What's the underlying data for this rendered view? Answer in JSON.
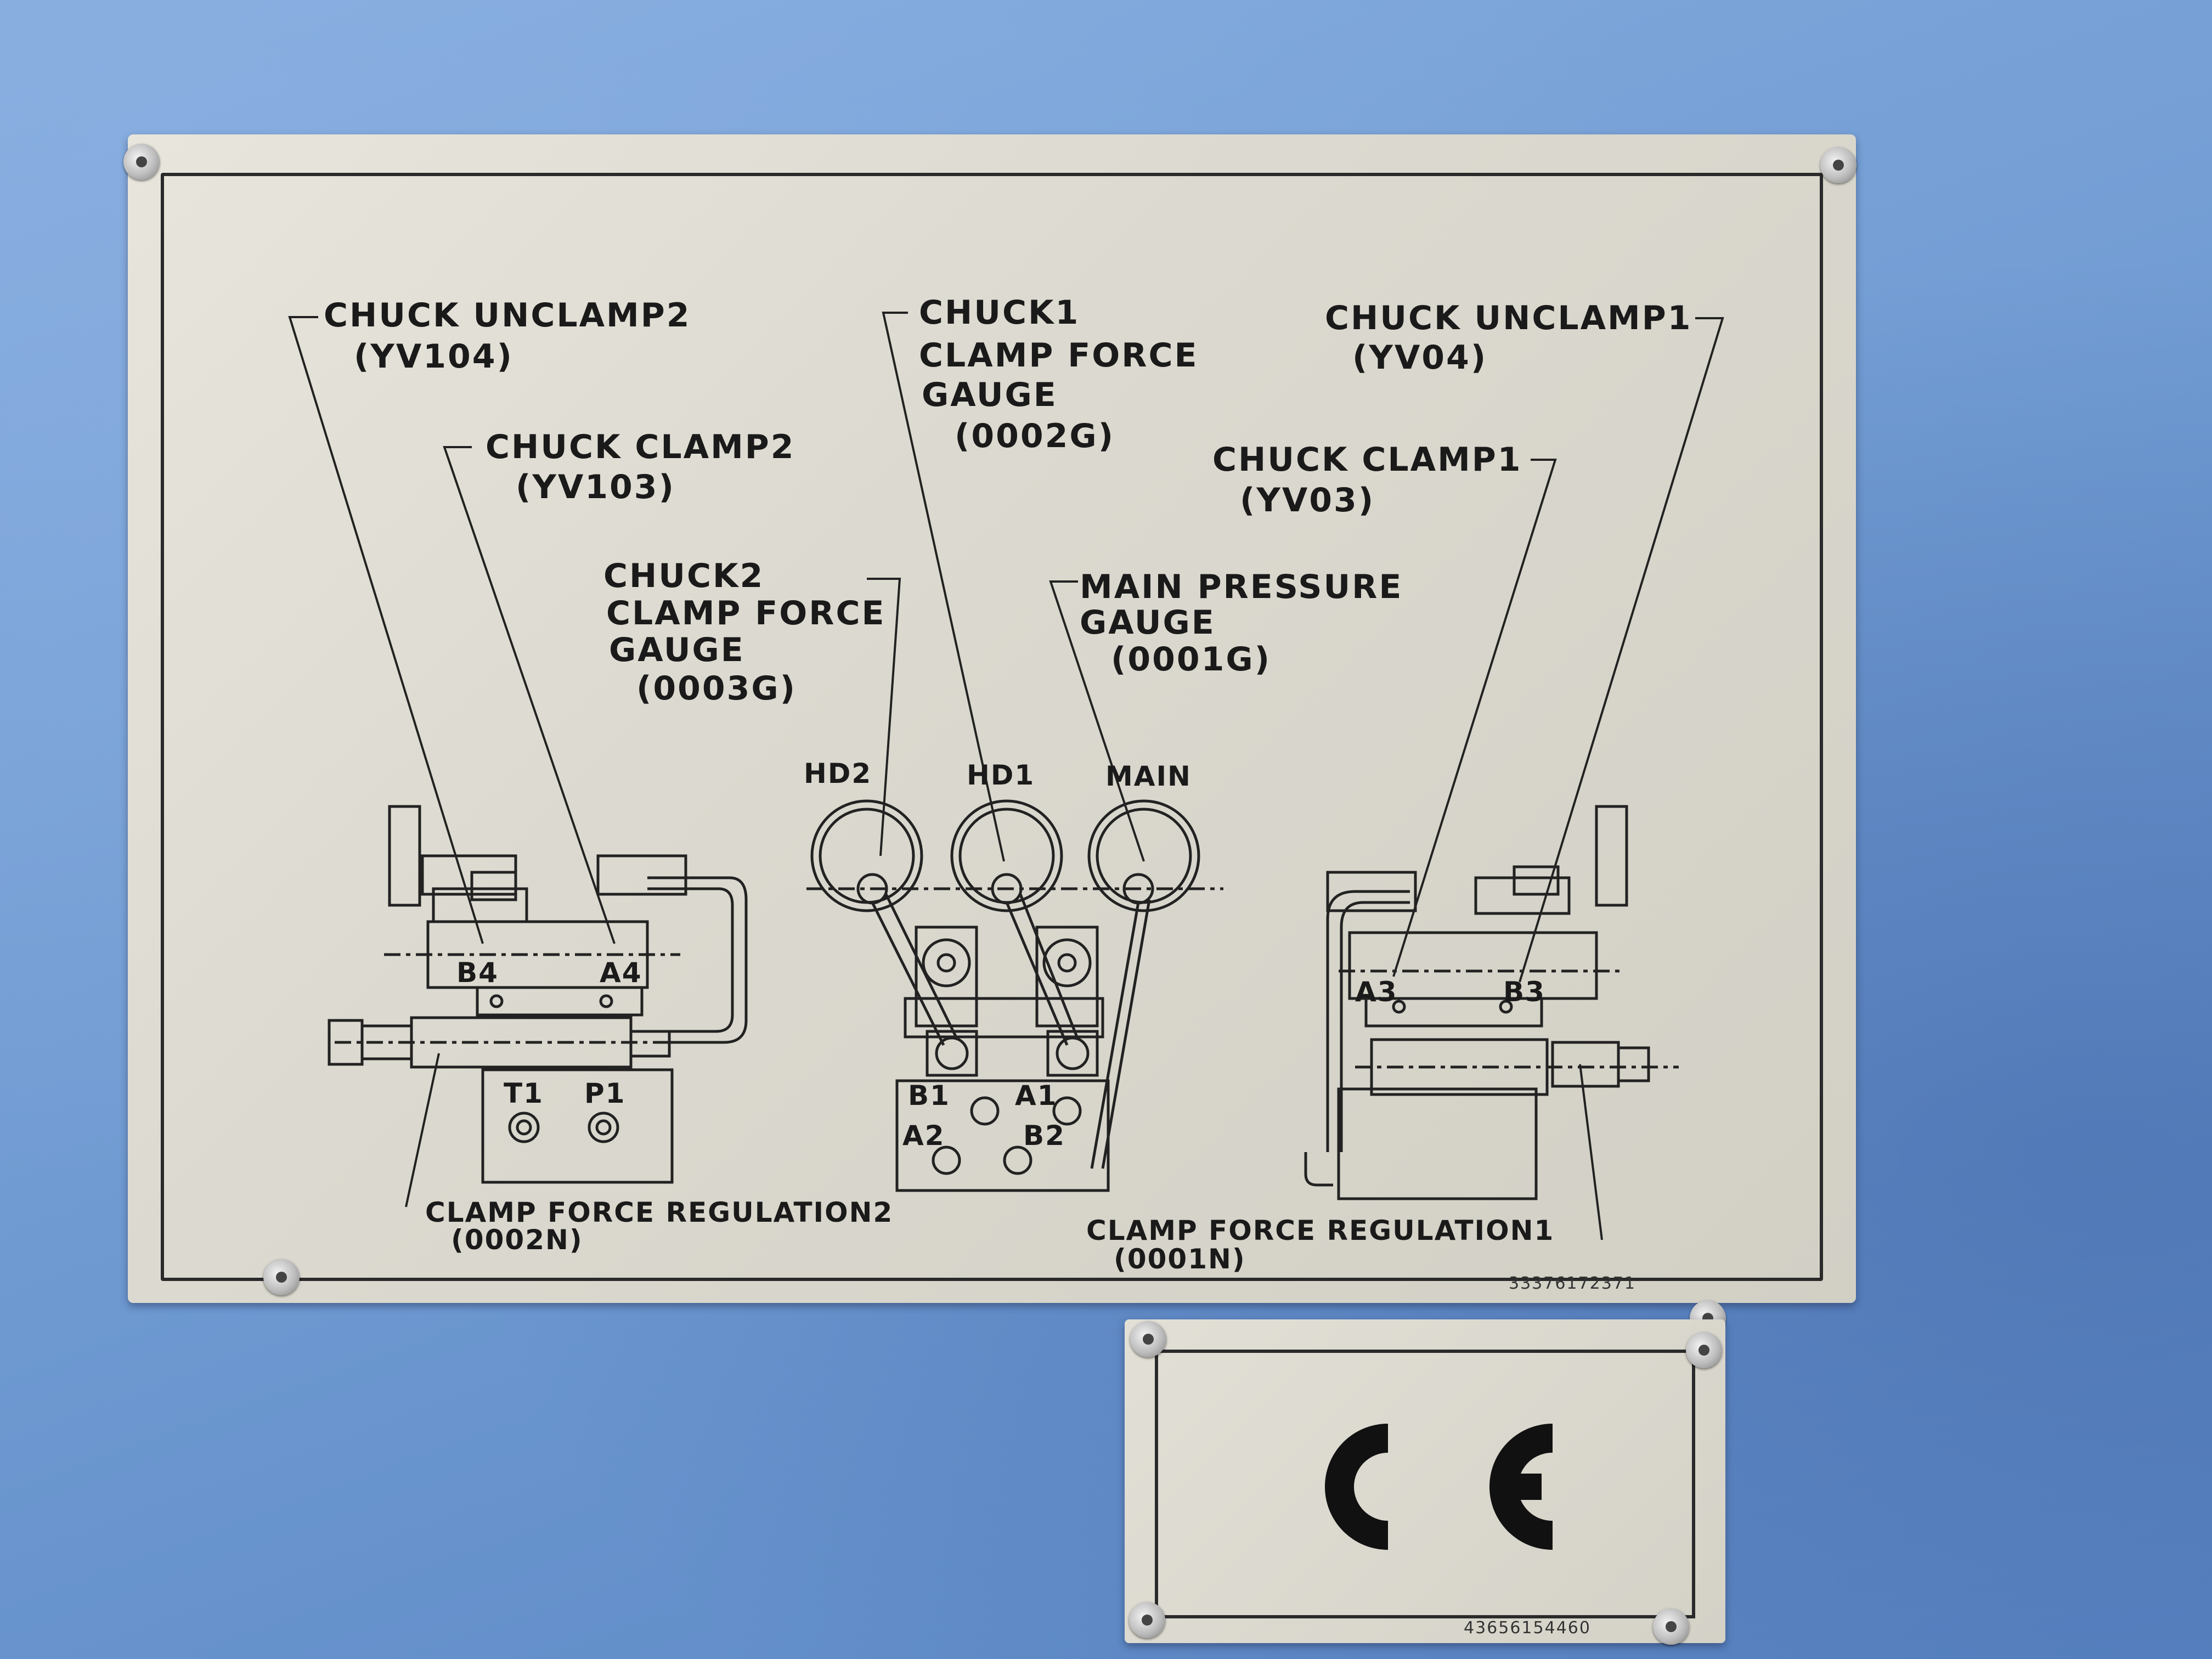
{
  "labels": {
    "chuck_unclamp2": "CHUCK UNCLAMP2",
    "yv104": "(YV104)",
    "chuck_clamp2": "CHUCK CLAMP2",
    "yv103": "(YV103)",
    "chuck2_line1": "CHUCK2",
    "chuck2_line2": "CLAMP FORCE",
    "chuck2_line3": "GAUGE",
    "code_0003g": "(0003G)",
    "chuck1_line1": "CHUCK1",
    "chuck1_line2": "CLAMP FORCE",
    "chuck1_line3": "GAUGE",
    "code_0002g": "(0002G)",
    "chuck_unclamp1": "CHUCK UNCLAMP1",
    "yv04": "(YV04)",
    "chuck_clamp1": "CHUCK CLAMP1",
    "yv03": "(YV03)",
    "main_line1": "MAIN PRESSURE",
    "main_line2": "GAUGE",
    "code_0001g": "(0001G)",
    "hd2": "HD2",
    "hd1": "HD1",
    "main": "MAIN",
    "b4": "B4",
    "a4": "A4",
    "a3": "A3",
    "b3": "B3",
    "t1": "T1",
    "p1": "P1",
    "b1": "B1",
    "a1": "A1",
    "a2": "A2",
    "b2": "B2",
    "regulation2": "CLAMP FORCE REGULATION2",
    "code_0002n": "(0002N)",
    "regulation1": "CLAMP FORCE REGULATION1",
    "code_0001n": "(0001N)"
  },
  "serials": {
    "main_plate": "33376172371",
    "ce_plate": "43656154460"
  },
  "ce_mark": "CE",
  "colors": {
    "wall_blue": "#6f9bd2",
    "plate_metal": "#dcdad0",
    "ink": "#1a1a1a"
  }
}
